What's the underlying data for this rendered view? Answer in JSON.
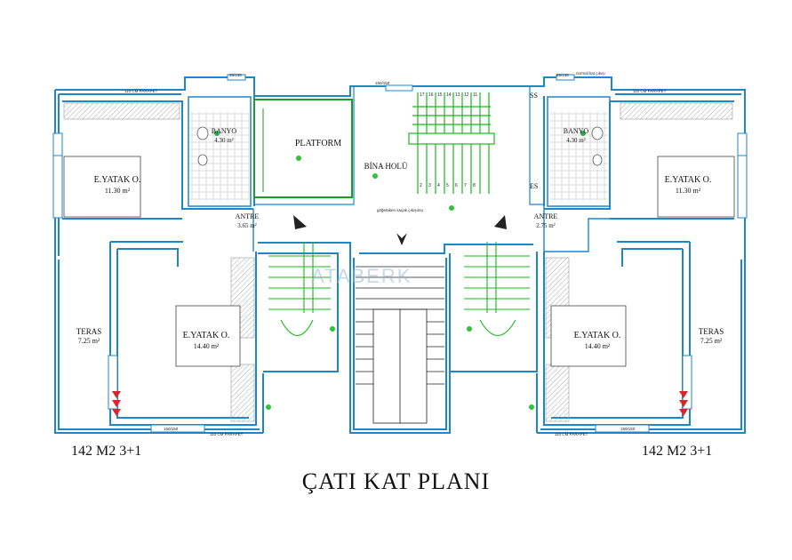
{
  "title": "ÇATI KAT PLANI",
  "watermark": "ATABERK",
  "unit_left_label": "142 M2 3+1",
  "unit_right_label": "142 M2 3+1",
  "rooms": {
    "left_bedroom_top": {
      "name": "E.YATAK O.",
      "area": "11.30 m²"
    },
    "left_bath": {
      "name": "BANYO",
      "area": "4.30 m²"
    },
    "left_antre": {
      "name": "ANTRE",
      "area": "3.65 m²"
    },
    "left_bedroom_bottom": {
      "name": "E.YATAK O.",
      "area": "14.40 m²"
    },
    "left_terrace": {
      "name": "TERAS",
      "area": "7.25 m²"
    },
    "platform": {
      "name": "PLATFORM"
    },
    "hall": {
      "name": "BİNA HOLÜ"
    },
    "right_bath": {
      "name": "BANYO",
      "area": "4.30 m²"
    },
    "right_bedroom_top": {
      "name": "E.YATAK O.",
      "area": "11.30 m²"
    },
    "right_antre": {
      "name": "ANTRE",
      "area": "2.75 m²"
    },
    "right_bedroom_bottom": {
      "name": "E.YATAK O.",
      "area": "14.40 m²"
    },
    "right_terrace": {
      "name": "TERAS",
      "area": "7.25 m²"
    }
  },
  "notes": {
    "parapet_top_left": "110 CM PARAPET",
    "parapet_top_right": "110 CM PARAPET",
    "parapet_bottom_left": "110 CM PARAPET",
    "parapet_bottom_right": "110 CM PARAPET",
    "exhaust_note": "normal kat çıkışı",
    "hall_exit_note": "göğetaken saçak çıkışımu",
    "ss": "SS",
    "es": "ES",
    "door_top_left": "55/135",
    "door_top_right": "55/135",
    "door_hall": "150/150",
    "door_bottom_left": "150/150",
    "door_bottom_right": "150/150"
  },
  "colors": {
    "wall_blue": "#1f86c9",
    "stair_green": "#17b81a",
    "platform_green": "#1a9d2a",
    "marker_red": "#d8262b"
  }
}
